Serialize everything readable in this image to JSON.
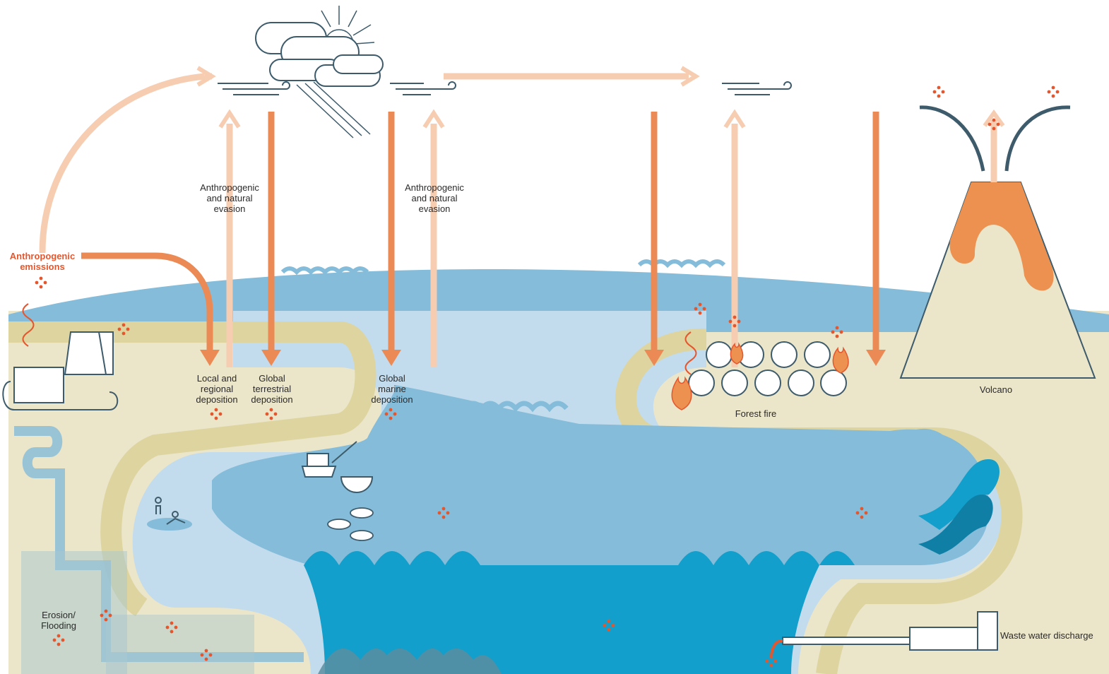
{
  "labels": {
    "anthropogenic_emissions": "Anthropogenic\nemissions",
    "evasion_left": "Anthropogenic\nand natural\nevasion",
    "evasion_right": "Anthropogenic\nand natural\nevasion",
    "local_deposition": "Local and\nregional\ndeposition",
    "global_terrestrial": "Global\nterrestrial\ndeposition",
    "global_marine": "Global\nmarine\ndeposition",
    "forest_fire": "Forest fire",
    "volcano": "Volcano",
    "erosion": "Erosion/\nFlooding",
    "waste_water": "Waste water discharge"
  },
  "colors": {
    "land": "#ebe5c9",
    "land_band": "#ddd4a0",
    "sky_sea": "#85bcd9",
    "light_water": "#c2dced",
    "deep_water": "#139fcb",
    "arrow_dark": "#eb8a55",
    "arrow_light": "#f7cdb2",
    "lava": "#ec9150",
    "icon_line": "#3d5b6b",
    "mercury_dot": "#e4572e"
  },
  "icons": [
    "sun-icon",
    "cloud-icon",
    "wind-icon",
    "factory-icon",
    "ship-icon",
    "fish-icon",
    "swimmer-icon",
    "tree-icon",
    "fire-icon",
    "volcano-icon",
    "pipe-icon",
    "building-icon",
    "mercury-dots-icon"
  ]
}
